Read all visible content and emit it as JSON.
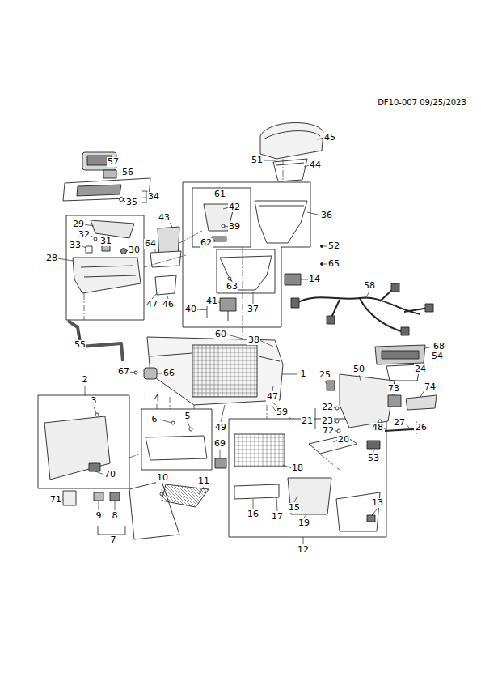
{
  "diagram": {
    "labels": [
      "DF10-007 09/25/2023",
      "45",
      "51",
      "44",
      "57",
      "56",
      "34",
      "35",
      "36",
      "61",
      "42",
      "39",
      "62",
      "43",
      "29",
      "32",
      "31",
      "33",
      "30",
      "28",
      "64",
      "52",
      "65",
      "63",
      "14",
      "58",
      "37",
      "47",
      "46",
      "40",
      "41",
      "55",
      "60",
      "38",
      "67",
      "66",
      "1",
      "68",
      "54",
      "24",
      "50",
      "25",
      "2",
      "3",
      "4",
      "5",
      "6",
      "47",
      "49",
      "59",
      "73",
      "74",
      "22",
      "21",
      "23",
      "72",
      "48",
      "27",
      "26",
      "20",
      "53",
      "69",
      "18",
      "70",
      "10",
      "11",
      "71",
      "9",
      "8",
      "15",
      "13",
      "16",
      "17",
      "19",
      "7",
      "12"
    ]
  }
}
